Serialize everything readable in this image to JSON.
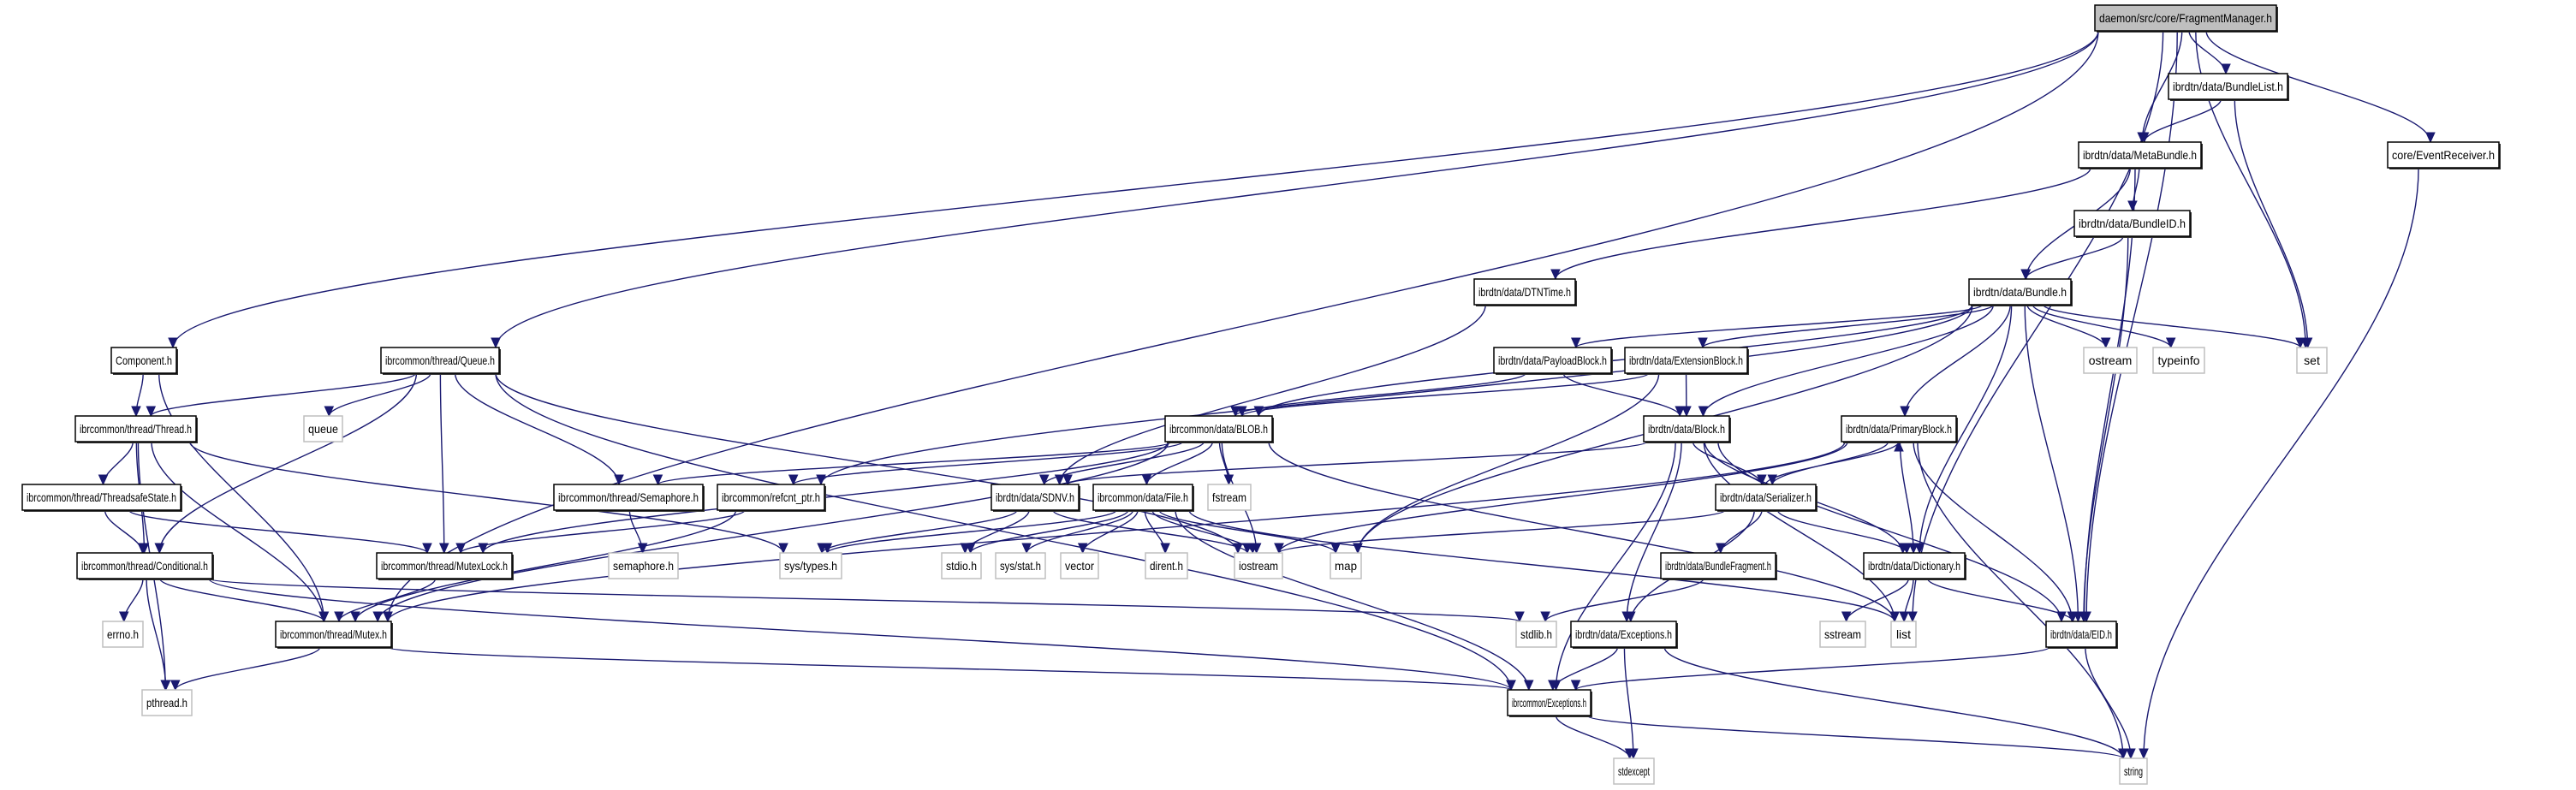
{
  "title": "daemon/src/core/FragmentManager.h include dependency graph",
  "colors": {
    "edge": "#191970",
    "root_fill": "#bfbfbf",
    "project_border": "#000000",
    "system_border": "#bfbfbf",
    "background": "#ffffff"
  },
  "nodes": [
    {
      "id": "root",
      "label": "daemon/src/core/FragmentManager.h",
      "kind": "root"
    },
    {
      "id": "bundlelist",
      "label": "ibrdtn/data/BundleList.h",
      "kind": "project"
    },
    {
      "id": "metabundle",
      "label": "ibrdtn/data/MetaBundle.h",
      "kind": "project"
    },
    {
      "id": "eventreceiver",
      "label": "core/EventReceiver.h",
      "kind": "project"
    },
    {
      "id": "bundleid",
      "label": "ibrdtn/data/BundleID.h",
      "kind": "project"
    },
    {
      "id": "dtntime",
      "label": "ibrdtn/data/DTNTime.h",
      "kind": "project"
    },
    {
      "id": "bundle",
      "label": "ibrdtn/data/Bundle.h",
      "kind": "project"
    },
    {
      "id": "ostream",
      "label": "ostream",
      "kind": "system"
    },
    {
      "id": "typeinfo",
      "label": "typeinfo",
      "kind": "system"
    },
    {
      "id": "set",
      "label": "set",
      "kind": "system"
    },
    {
      "id": "component",
      "label": "Component.h",
      "kind": "project"
    },
    {
      "id": "queue_h",
      "label": "ibrcommon/thread/Queue.h",
      "kind": "project"
    },
    {
      "id": "payloadblock",
      "label": "ibrdtn/data/PayloadBlock.h",
      "kind": "project"
    },
    {
      "id": "extensionblock",
      "label": "ibrdtn/data/ExtensionBlock.h",
      "kind": "project"
    },
    {
      "id": "thread",
      "label": "ibrcommon/thread/Thread.h",
      "kind": "project"
    },
    {
      "id": "queue",
      "label": "queue",
      "kind": "system"
    },
    {
      "id": "blob",
      "label": "ibrcommon/data/BLOB.h",
      "kind": "project"
    },
    {
      "id": "block",
      "label": "ibrdtn/data/Block.h",
      "kind": "project"
    },
    {
      "id": "primaryblock",
      "label": "ibrdtn/data/PrimaryBlock.h",
      "kind": "project"
    },
    {
      "id": "threadsafestate",
      "label": "ibrcommon/thread/ThreadsafeState.h",
      "kind": "project"
    },
    {
      "id": "semaphore_h",
      "label": "ibrcommon/thread/Semaphore.h",
      "kind": "project"
    },
    {
      "id": "refcnt",
      "label": "ibrcommon/refcnt_ptr.h",
      "kind": "project"
    },
    {
      "id": "sdnv",
      "label": "ibrdtn/data/SDNV.h",
      "kind": "project"
    },
    {
      "id": "file",
      "label": "ibrcommon/data/File.h",
      "kind": "project"
    },
    {
      "id": "fstream",
      "label": "fstream",
      "kind": "system"
    },
    {
      "id": "serializer",
      "label": "ibrdtn/data/Serializer.h",
      "kind": "project"
    },
    {
      "id": "conditional",
      "label": "ibrcommon/thread/Conditional.h",
      "kind": "project"
    },
    {
      "id": "mutexlock",
      "label": "ibrcommon/thread/MutexLock.h",
      "kind": "project"
    },
    {
      "id": "semaphore",
      "label": "semaphore.h",
      "kind": "system"
    },
    {
      "id": "systypes",
      "label": "sys/types.h",
      "kind": "system"
    },
    {
      "id": "stdio",
      "label": "stdio.h",
      "kind": "system"
    },
    {
      "id": "sysstat",
      "label": "sys/stat.h",
      "kind": "system"
    },
    {
      "id": "vector",
      "label": "vector",
      "kind": "system"
    },
    {
      "id": "dirent",
      "label": "dirent.h",
      "kind": "system"
    },
    {
      "id": "iostream",
      "label": "iostream",
      "kind": "system"
    },
    {
      "id": "map",
      "label": "map",
      "kind": "system"
    },
    {
      "id": "bundlefragment",
      "label": "ibrdtn/data/BundleFragment.h",
      "kind": "project"
    },
    {
      "id": "dictionary",
      "label": "ibrdtn/data/Dictionary.h",
      "kind": "project"
    },
    {
      "id": "errno",
      "label": "errno.h",
      "kind": "system"
    },
    {
      "id": "mutex",
      "label": "ibrcommon/thread/Mutex.h",
      "kind": "project"
    },
    {
      "id": "stdlib",
      "label": "stdlib.h",
      "kind": "system"
    },
    {
      "id": "dexceptions",
      "label": "ibrdtn/data/Exceptions.h",
      "kind": "project"
    },
    {
      "id": "sstream",
      "label": "sstream",
      "kind": "system"
    },
    {
      "id": "list",
      "label": "list",
      "kind": "system"
    },
    {
      "id": "eid",
      "label": "ibrdtn/data/EID.h",
      "kind": "project"
    },
    {
      "id": "pthread",
      "label": "pthread.h",
      "kind": "system"
    },
    {
      "id": "cexceptions",
      "label": "ibrcommon/Exceptions.h",
      "kind": "project"
    },
    {
      "id": "stdexcept",
      "label": "stdexcept",
      "kind": "system"
    },
    {
      "id": "string",
      "label": "string",
      "kind": "system"
    }
  ],
  "edges": [
    [
      "root",
      "bundlelist"
    ],
    [
      "root",
      "metabundle"
    ],
    [
      "root",
      "eventreceiver"
    ],
    [
      "root",
      "set"
    ],
    [
      "root",
      "list"
    ],
    [
      "root",
      "eid"
    ],
    [
      "root",
      "component"
    ],
    [
      "root",
      "queue_h"
    ],
    [
      "root",
      "mutex"
    ],
    [
      "bundlelist",
      "metabundle"
    ],
    [
      "bundlelist",
      "set"
    ],
    [
      "metabundle",
      "bundleid"
    ],
    [
      "metabundle",
      "bundle"
    ],
    [
      "metabundle",
      "dtntime"
    ],
    [
      "metabundle",
      "eid"
    ],
    [
      "eventreceiver",
      "string"
    ],
    [
      "bundleid",
      "bundle"
    ],
    [
      "bundleid",
      "eid"
    ],
    [
      "dtntime",
      "sdnv"
    ],
    [
      "bundle",
      "ostream"
    ],
    [
      "bundle",
      "typeinfo"
    ],
    [
      "bundle",
      "set"
    ],
    [
      "bundle",
      "payloadblock"
    ],
    [
      "bundle",
      "extensionblock"
    ],
    [
      "bundle",
      "block"
    ],
    [
      "bundle",
      "primaryblock"
    ],
    [
      "bundle",
      "dictionary"
    ],
    [
      "bundle",
      "eid"
    ],
    [
      "bundle",
      "map"
    ],
    [
      "bundle",
      "refcnt"
    ],
    [
      "bundle",
      "blob"
    ],
    [
      "component",
      "thread"
    ],
    [
      "component",
      "mutex"
    ],
    [
      "queue_h",
      "thread"
    ],
    [
      "queue_h",
      "queue"
    ],
    [
      "queue_h",
      "semaphore_h"
    ],
    [
      "queue_h",
      "conditional"
    ],
    [
      "queue_h",
      "mutexlock"
    ],
    [
      "queue_h",
      "cexceptions"
    ],
    [
      "queue_h",
      "iostream"
    ],
    [
      "payloadblock",
      "blob"
    ],
    [
      "payloadblock",
      "block"
    ],
    [
      "extensionblock",
      "block"
    ],
    [
      "extensionblock",
      "blob"
    ],
    [
      "extensionblock",
      "map"
    ],
    [
      "thread",
      "threadsafestate"
    ],
    [
      "thread",
      "conditional"
    ],
    [
      "thread",
      "mutex"
    ],
    [
      "thread",
      "pthread"
    ],
    [
      "thread",
      "systypes"
    ],
    [
      "blob",
      "file"
    ],
    [
      "blob",
      "fstream"
    ],
    [
      "blob",
      "iostream"
    ],
    [
      "blob",
      "refcnt"
    ],
    [
      "blob",
      "semaphore_h"
    ],
    [
      "blob",
      "mutexlock"
    ],
    [
      "blob",
      "mutex"
    ],
    [
      "blob",
      "sdnv"
    ],
    [
      "blob",
      "list"
    ],
    [
      "block",
      "serializer"
    ],
    [
      "block",
      "dictionary"
    ],
    [
      "block",
      "eid"
    ],
    [
      "block",
      "sdnv"
    ],
    [
      "block",
      "list"
    ],
    [
      "block",
      "dexceptions"
    ],
    [
      "block",
      "cexceptions"
    ],
    [
      "primaryblock",
      "serializer"
    ],
    [
      "primaryblock",
      "dictionary"
    ],
    [
      "primaryblock",
      "eid"
    ],
    [
      "primaryblock",
      "string"
    ],
    [
      "primaryblock",
      "iostream"
    ],
    [
      "primaryblock",
      "mutex"
    ],
    [
      "threadsafestate",
      "conditional"
    ],
    [
      "threadsafestate",
      "mutexlock"
    ],
    [
      "semaphore_h",
      "semaphore"
    ],
    [
      "refcnt",
      "mutexlock"
    ],
    [
      "refcnt",
      "mutex"
    ],
    [
      "sdnv",
      "stdio"
    ],
    [
      "sdnv",
      "iostream"
    ],
    [
      "sdnv",
      "systypes"
    ],
    [
      "file",
      "systypes"
    ],
    [
      "file",
      "stdio"
    ],
    [
      "file",
      "sysstat"
    ],
    [
      "file",
      "vector"
    ],
    [
      "file",
      "dirent"
    ],
    [
      "file",
      "iostream"
    ],
    [
      "file",
      "map"
    ],
    [
      "file",
      "cexceptions"
    ],
    [
      "file",
      "list"
    ],
    [
      "serializer",
      "primaryblock"
    ],
    [
      "serializer",
      "bundlefragment"
    ],
    [
      "serializer",
      "dictionary"
    ],
    [
      "serializer",
      "dexceptions"
    ],
    [
      "serializer",
      "iostream"
    ],
    [
      "conditional",
      "mutex"
    ],
    [
      "conditional",
      "errno"
    ],
    [
      "conditional",
      "pthread"
    ],
    [
      "conditional",
      "cexceptions"
    ],
    [
      "conditional",
      "stdlib"
    ],
    [
      "mutexlock",
      "mutex"
    ],
    [
      "bundlefragment",
      "stdlib"
    ],
    [
      "dictionary",
      "sstream"
    ],
    [
      "dictionary",
      "list"
    ],
    [
      "dictionary",
      "eid"
    ],
    [
      "mutex",
      "pthread"
    ],
    [
      "mutex",
      "cexceptions"
    ],
    [
      "dexceptions",
      "cexceptions"
    ],
    [
      "dexceptions",
      "stdexcept"
    ],
    [
      "dexceptions",
      "string"
    ],
    [
      "eid",
      "cexceptions"
    ],
    [
      "eid",
      "string"
    ],
    [
      "cexceptions",
      "stdexcept"
    ],
    [
      "cexceptions",
      "string"
    ]
  ]
}
